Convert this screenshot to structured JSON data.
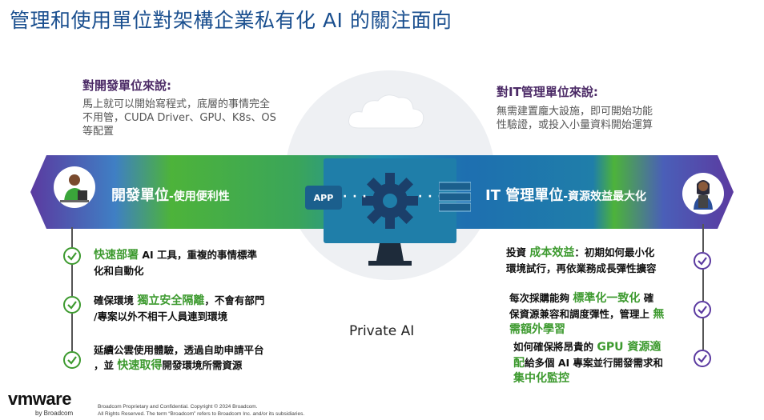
{
  "title": "管理和使用單位對架構企業私有化 AI 的關注面向",
  "dev": {
    "heading": "對開發單位來說:",
    "desc": [
      "馬上就可以開始寫程式，底層的事情完全",
      "不用管，CUDA Driver、GPU、K8s、OS",
      "等配置"
    ],
    "band_label": "開發單位",
    "band_sub": "-使用便利性",
    "items": [
      {
        "parts": [
          {
            "t": "快速部署",
            "hl": true
          },
          {
            "t": " AI 工具，重複的事情標準",
            "hl": false
          }
        ],
        "line2": "化和自動化"
      },
      {
        "parts": [
          {
            "t": "確保環境 ",
            "hl": false
          },
          {
            "t": "獨立安全隔離",
            "hl": true
          },
          {
            "t": "，不會有部門",
            "hl": false
          }
        ],
        "line2": "/專案以外不相干人員連到環境"
      },
      {
        "parts": [
          {
            "t": "延續公雲使用體驗，透過自助申請平台",
            "hl": false
          }
        ],
        "line2_parts": [
          {
            "t": "，並 ",
            "hl": false
          },
          {
            "t": "快速取得",
            "hl": true
          },
          {
            "t": "開發環境所需資源",
            "hl": false
          }
        ]
      }
    ]
  },
  "it": {
    "heading": "對IT管理單位來說:",
    "desc": [
      "無需建置龐大設施，即可開始功能",
      "性驗證，或投入小量資料開始運算"
    ],
    "band_label": "IT 管理單位",
    "band_sub": "-資源效益最大化",
    "items": [
      {
        "l1": [
          {
            "t": "投資 ",
            "hl": false
          },
          {
            "t": "成本效益",
            "hl": true
          },
          {
            "t": "：初期如何最小化",
            "hl": false
          }
        ],
        "l2": [
          {
            "t": "環境試行，再依業務成長彈性擴容",
            "hl": false
          }
        ]
      },
      {
        "l1": [
          {
            "t": "每次採購能夠 ",
            "hl": false
          },
          {
            "t": "標準化一致化",
            "hl": true
          },
          {
            "t": " 確",
            "hl": false
          }
        ],
        "l2": [
          {
            "t": "保資源兼容和調度彈性，管理上 ",
            "hl": false
          },
          {
            "t": "無",
            "hl": true
          }
        ],
        "l3": [
          {
            "t": "需額外學習",
            "hl": true
          }
        ]
      },
      {
        "l1": [
          {
            "t": "如何確保將昂貴的 ",
            "hl": false
          },
          {
            "t": "GPU 資源適",
            "hl": true
          }
        ],
        "l2": [
          {
            "t": "配",
            "hl": true
          },
          {
            "t": "給多個 AI 專案並行開發需求和",
            "hl": false
          }
        ],
        "l3": [
          {
            "t": "集中化監控",
            "hl": true
          }
        ]
      }
    ]
  },
  "center": {
    "app_label": "APP",
    "private_ai": "Private AI"
  },
  "footer": {
    "logo": "vmware",
    "logo_sub": "by Broadcom",
    "legal1": "Broadcom Proprietary and Confidential. Copyright © 2024 Broadcom.",
    "legal2": "All Rights Reserved. The term “Broadcom” refers to Broadcom Inc. and/or its subsidiaries."
  },
  "colors": {
    "title": "#1a4f8f",
    "heading": "#4b2a66",
    "highlight": "#3d9a2f",
    "band_left": "#5b3aa0",
    "band_mid": "#4db33a",
    "band_right": "#1e6fb0"
  },
  "icons": [
    "gear-icon",
    "cloud-icon",
    "server-stack-icon",
    "check-icon",
    "developer-avatar",
    "it-manager-avatar"
  ]
}
